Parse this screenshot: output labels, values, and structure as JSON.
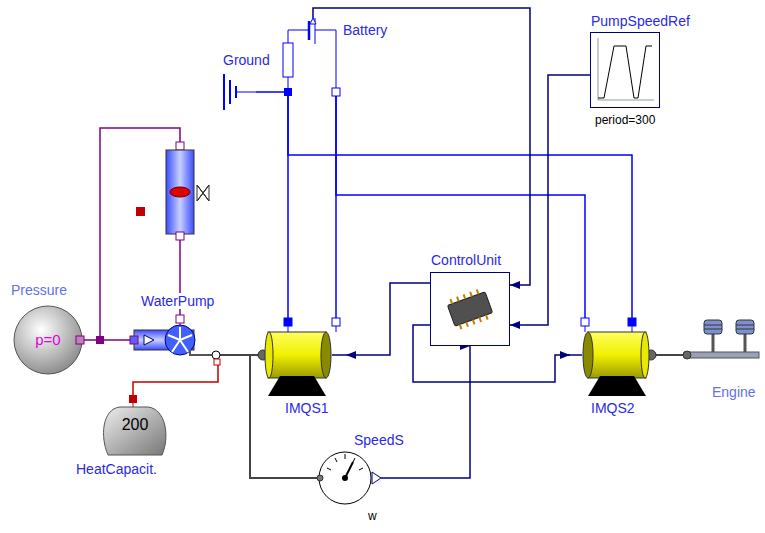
{
  "diagram": {
    "nodes": [
      {
        "text": [
          "Battery"
        ]
      },
      {
        "text": [
          "Ground"
        ]
      },
      {
        "text": [
          "PumpSpeedRef",
          "period=300"
        ]
      },
      {
        "text": [
          "Pressure",
          "p=0"
        ]
      },
      {
        "text": [
          "WaterPump"
        ]
      },
      {
        "text": [
          "ControlUnit"
        ]
      },
      {
        "text": [
          "IMQS1"
        ]
      },
      {
        "text": [
          "IMQS2"
        ]
      },
      {
        "text": [
          "Engine"
        ]
      },
      {
        "text": [
          "200",
          "HeatCapacit."
        ]
      },
      {
        "text": [
          "SpeedS",
          "w"
        ]
      }
    ],
    "edges": [
      {
        "from": 1,
        "to": 0,
        "arrow": "none"
      },
      {
        "from": 0,
        "to": 6,
        "arrow": "none"
      },
      {
        "from": 0,
        "to": 6,
        "arrow": "none"
      },
      {
        "from": 0,
        "to": 7,
        "arrow": "none"
      },
      {
        "from": 0,
        "to": 7,
        "arrow": "none"
      },
      {
        "from": 0,
        "to": 5,
        "arrow": "to"
      },
      {
        "from": 2,
        "to": 5,
        "arrow": "to"
      },
      {
        "from": 5,
        "to": 6,
        "arrow": "to"
      },
      {
        "from": 5,
        "to": 7,
        "arrow": "to"
      },
      {
        "from": 10,
        "to": 5,
        "arrow": "to"
      },
      {
        "from": 4,
        "to": 6,
        "arrow": "none"
      },
      {
        "from": 6,
        "to": 10,
        "arrow": "none"
      },
      {
        "from": 7,
        "to": 8,
        "arrow": "none"
      },
      {
        "from": 3,
        "to": 4,
        "arrow": "none"
      },
      {
        "from": 4,
        "to": 9,
        "arrow": "none"
      }
    ]
  }
}
